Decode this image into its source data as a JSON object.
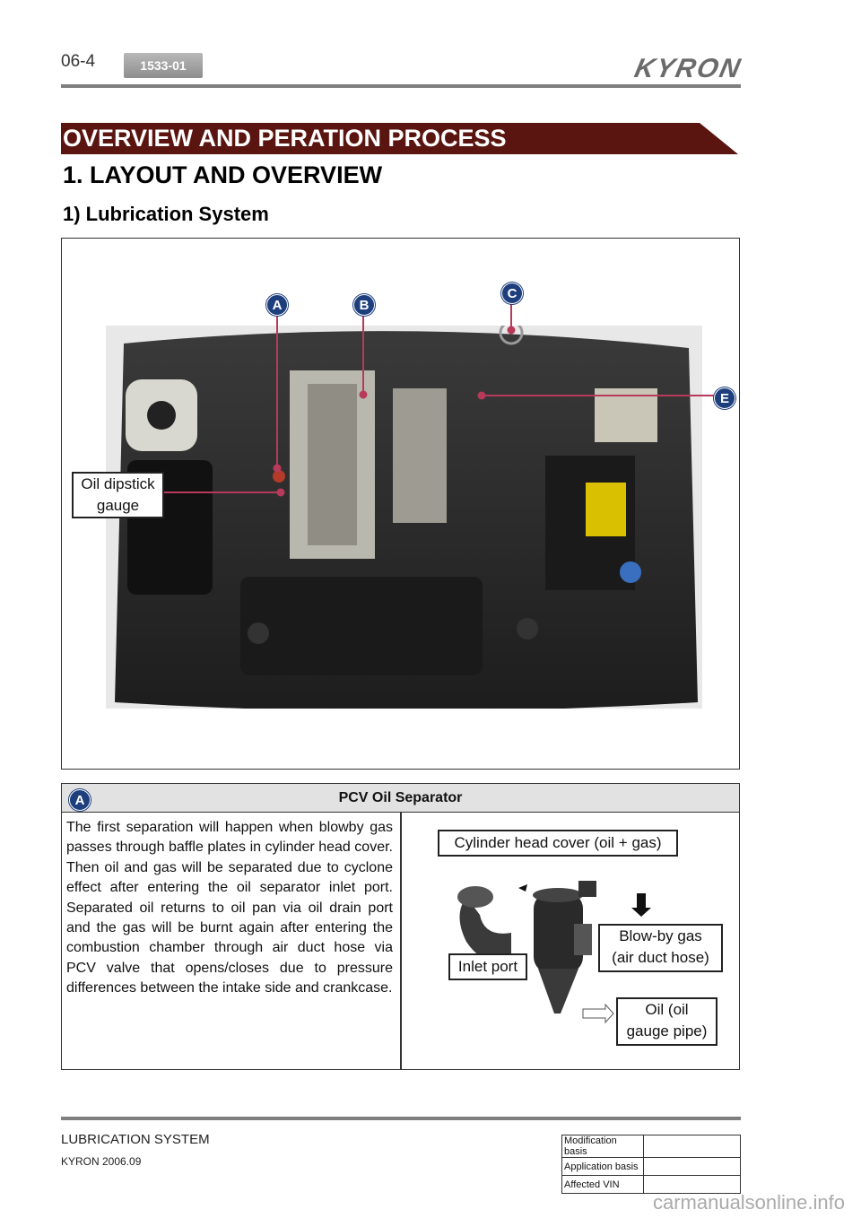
{
  "header": {
    "page_number": "06-4",
    "code": "1533-01",
    "brand": "KYRON"
  },
  "banner": "OVERVIEW AND PERATION PROCESS",
  "heading1": "1. LAYOUT AND OVERVIEW",
  "heading2": "1) Lubrication System",
  "figure": {
    "markers": [
      "A",
      "B",
      "C",
      "E"
    ],
    "callout_dipstick_line1": "Oil dipstick",
    "callout_dipstick_line2": "gauge"
  },
  "table": {
    "marker": "A",
    "title": "PCV Oil Separator",
    "description": "The first separation will happen when blowby gas passes through baffle plates in cylinder head cover. Then oil and gas will be separated due to cyclone effect after entering the oil separator inlet port. Separated oil returns to oil pan via oil drain port and the gas will be burnt again after entering the combustion  chamber through air duct hose via PCV valve that opens/closes due to pressure differences between the intake side and crankcase.",
    "labels": {
      "head_cover": "Cylinder head cover (oil + gas)",
      "blowby_line1": "Blow-by gas",
      "blowby_line2": "(air duct hose)",
      "inlet": "Inlet port",
      "oil_line1": "Oil (oil",
      "oil_line2": "gauge pipe)"
    }
  },
  "footer": {
    "title": "LUBRICATION SYSTEM",
    "subtitle": "KYRON 2006.09",
    "rows": [
      "Modification basis",
      "Application basis",
      "Affected VIN"
    ]
  },
  "watermark": "carmanualsonline.info"
}
